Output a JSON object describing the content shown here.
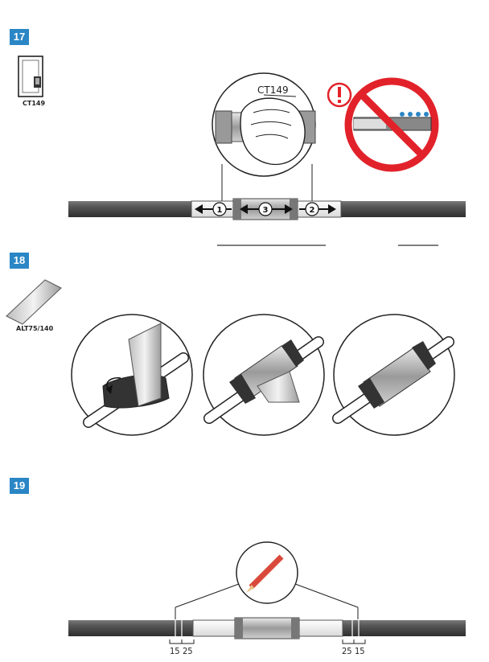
{
  "steps": {
    "s17": {
      "number": "17",
      "product_label": "CT149",
      "callout_label": "CT149",
      "arrow_1": "1",
      "arrow_2": "2",
      "arrow_3": "3"
    },
    "s18": {
      "number": "18",
      "product_label": "ALT75/140"
    },
    "s19": {
      "number": "19",
      "dim_left_a": "15",
      "dim_left_b": "25",
      "dim_right_a": "25",
      "dim_right_b": "15"
    }
  },
  "icons": [
    "ct149-pack-icon",
    "no-water-warning-icon",
    "exclamation-icon",
    "tape-roll-icon",
    "pencil-icon"
  ],
  "colors": {
    "badge": "#2a86c5",
    "cable": "#4a4a4a",
    "warning": "#e2222a"
  }
}
